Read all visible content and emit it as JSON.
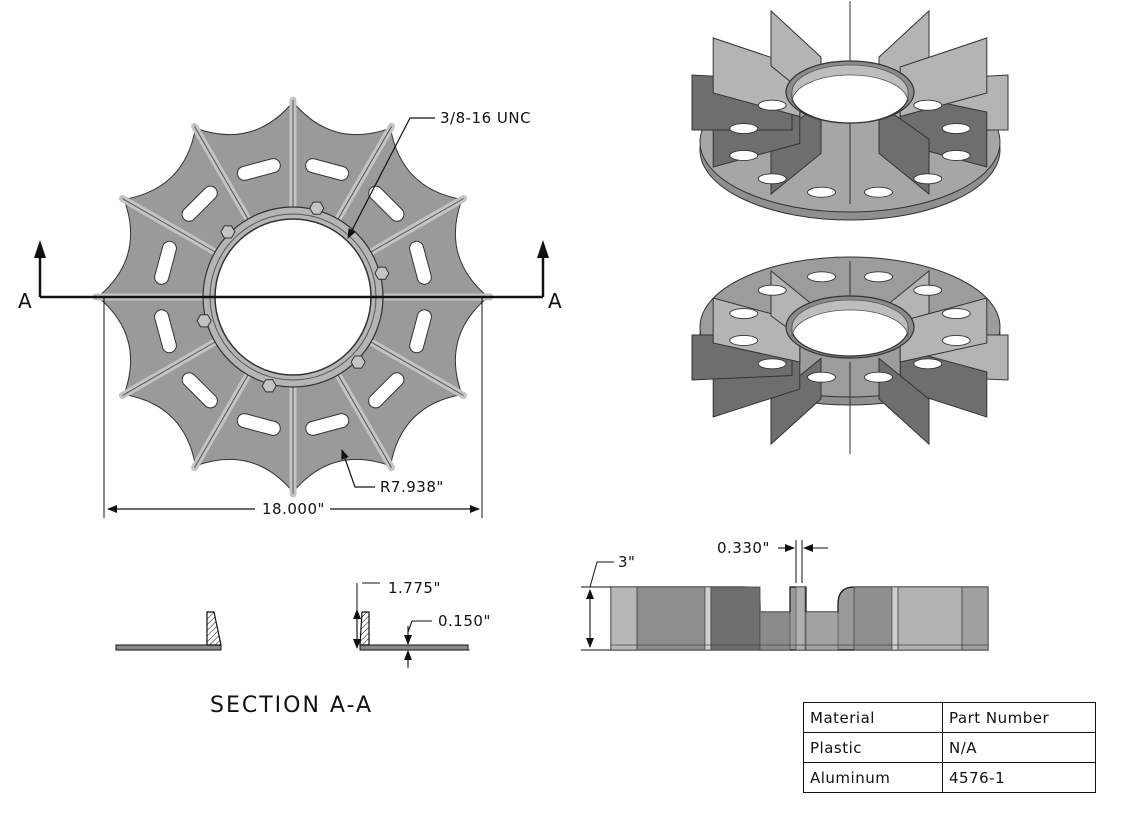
{
  "annotations": {
    "thread_callout": "3/8-16 UNC",
    "radius_dim": "R7.938\"",
    "diameter_dim": "18.000\"",
    "section_mark_left": "A",
    "section_mark_right": "A",
    "section_title": "SECTION A-A",
    "height_dim": "1.775\"",
    "thickness_dim": "0.150\"",
    "side_height_dim": "3\"",
    "slot_width_dim": "0.330\""
  },
  "bom": {
    "headers": [
      "Material",
      "Part Number"
    ],
    "rows": [
      [
        "Plastic",
        "N/A"
      ],
      [
        "Aluminum",
        "4576-1"
      ]
    ]
  },
  "colors": {
    "part_fill": "#9a9a9a",
    "part_dark": "#6e6e6e",
    "part_light": "#c4c4c4",
    "line": "#111111"
  }
}
